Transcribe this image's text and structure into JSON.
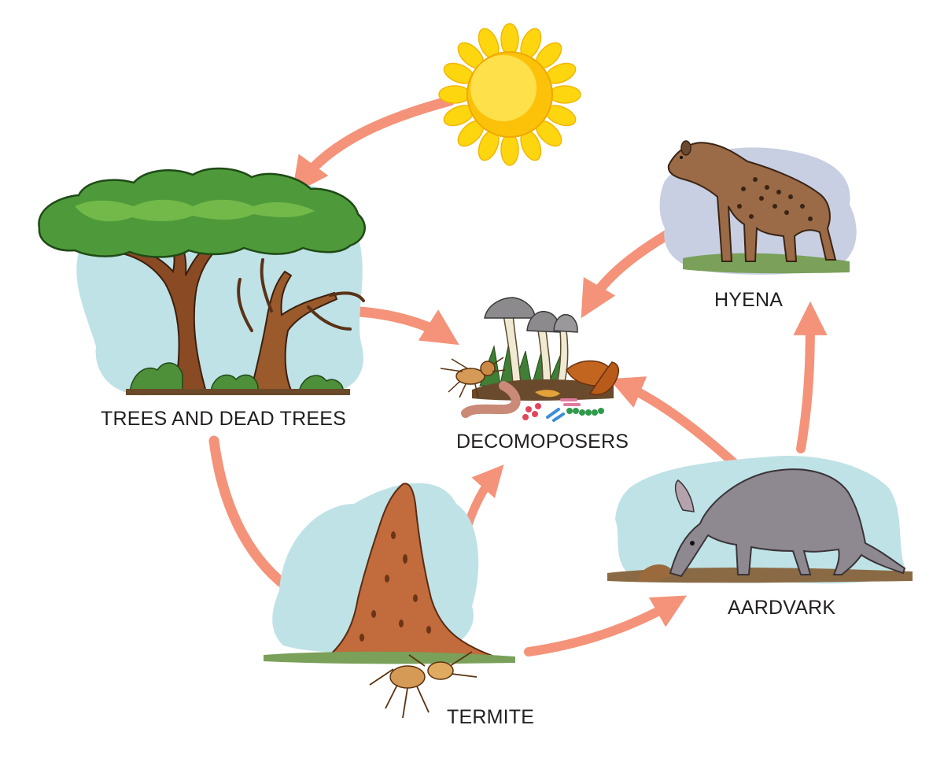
{
  "diagram": {
    "nodes": {
      "sun": {
        "icon": "sun-icon"
      },
      "trees": {
        "label": "TREES AND DEAD TREES",
        "icon": "tree-icon"
      },
      "decomposers": {
        "label": "DECOMOPOSERS",
        "icon": "mushroom-icon"
      },
      "hyena": {
        "label": "HYENA",
        "icon": "hyena-icon"
      },
      "termite": {
        "label": "TERMITE",
        "icon": "termite-icon"
      },
      "aardvark": {
        "label": "AARDVARK",
        "icon": "aardvark-icon"
      }
    },
    "edges": [
      {
        "from": "sun",
        "to": "trees"
      },
      {
        "from": "trees",
        "to": "decomposers"
      },
      {
        "from": "trees",
        "to": "termite"
      },
      {
        "from": "termite",
        "to": "decomposers"
      },
      {
        "from": "termite",
        "to": "aardvark"
      },
      {
        "from": "aardvark",
        "to": "decomposers"
      },
      {
        "from": "aardvark",
        "to": "hyena"
      },
      {
        "from": "hyena",
        "to": "decomposers"
      }
    ],
    "colors": {
      "arrow": "#f4937a",
      "sky_blob": "#bfe2e6",
      "sun": "#fdd60f",
      "foliage": "#4e9a3a",
      "trunk": "#8a4a24",
      "mound": "#c26b3d",
      "aardvark": "#8e8890",
      "hyena": "#9b6a47"
    }
  }
}
